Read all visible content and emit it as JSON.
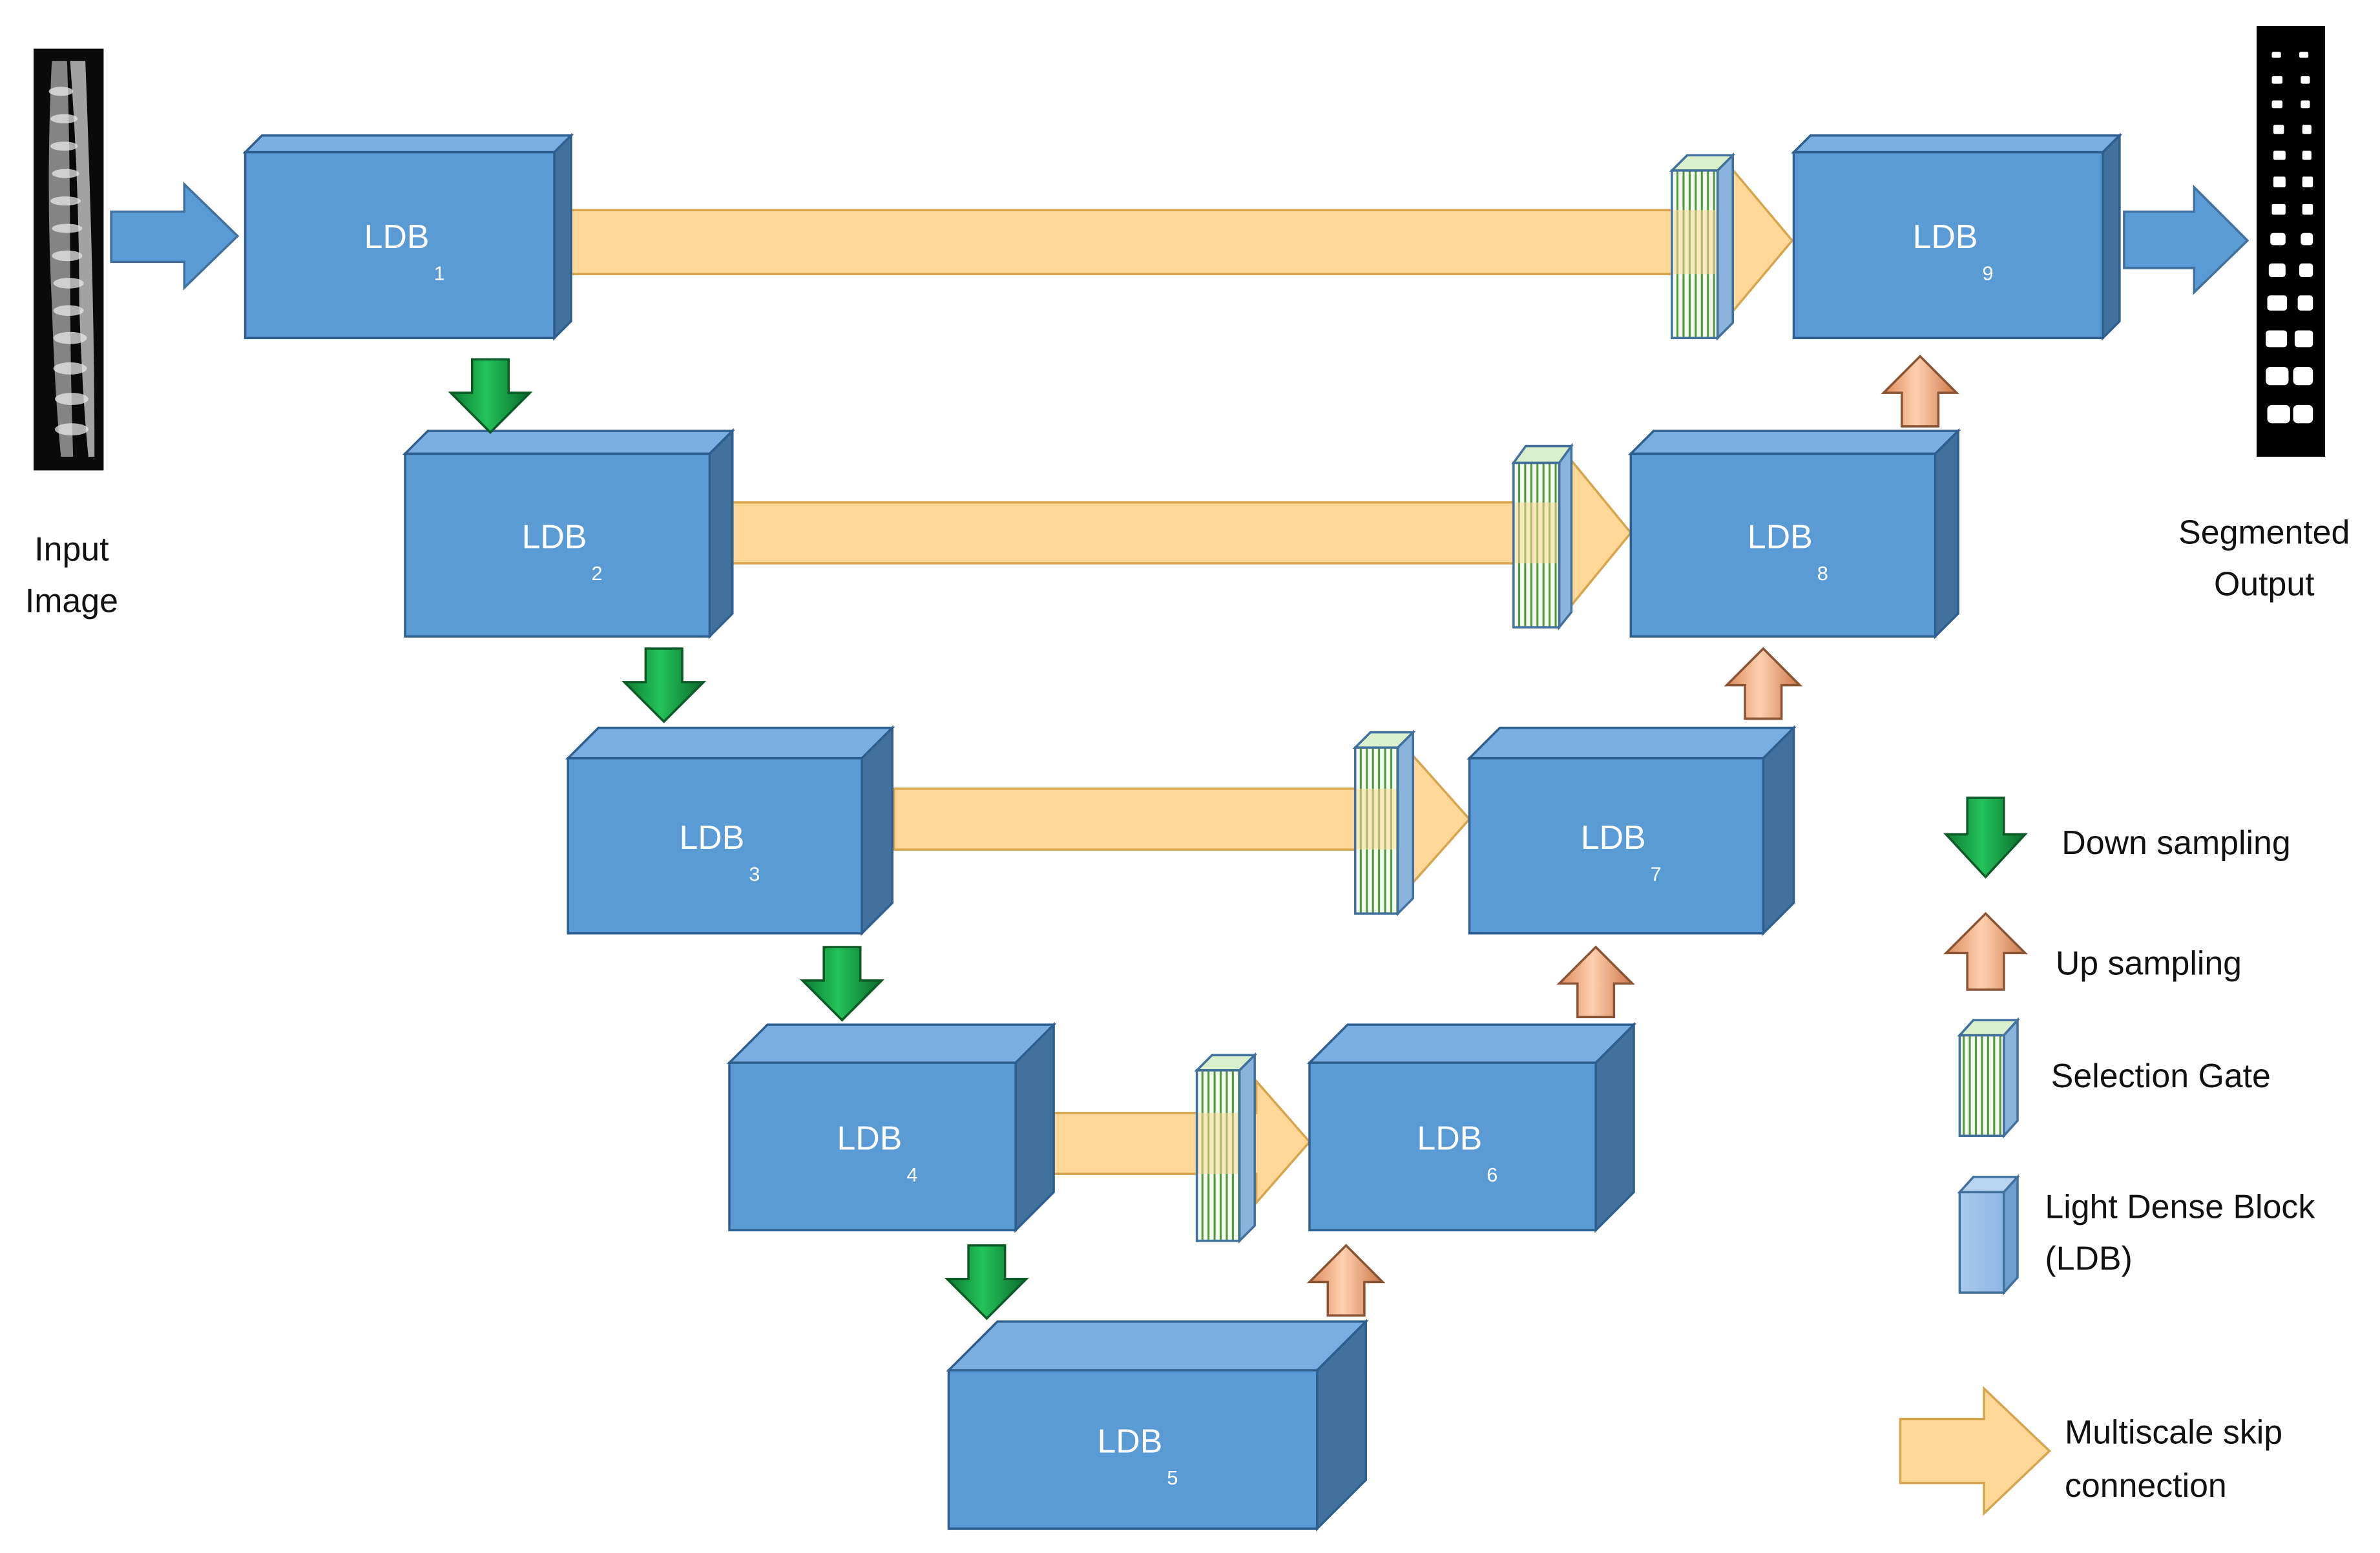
{
  "input": {
    "label_line1": "Input",
    "label_line2": "Image"
  },
  "output": {
    "label_line1": "Segmented",
    "label_line2": "Output"
  },
  "blocks": [
    {
      "id": "ldb-1",
      "name": "LDB",
      "sub": "1"
    },
    {
      "id": "ldb-2",
      "name": "LDB",
      "sub": "2"
    },
    {
      "id": "ldb-3",
      "name": "LDB",
      "sub": "3"
    },
    {
      "id": "ldb-4",
      "name": "LDB",
      "sub": "4"
    },
    {
      "id": "ldb-5",
      "name": "LDB",
      "sub": "5"
    },
    {
      "id": "ldb-6",
      "name": "LDB",
      "sub": "6"
    },
    {
      "id": "ldb-7",
      "name": "LDB",
      "sub": "7"
    },
    {
      "id": "ldb-8",
      "name": "LDB",
      "sub": "8"
    },
    {
      "id": "ldb-9",
      "name": "LDB",
      "sub": "9"
    }
  ],
  "legend": {
    "down_sampling": "Down sampling",
    "up_sampling": "Up sampling",
    "selection_gate": "Selection Gate",
    "ldb_line1": "Light Dense Block",
    "ldb_line2": "(LDB)",
    "skip_line1": "Multiscale skip",
    "skip_line2": "connection"
  },
  "colors": {
    "block_front": "#5b9bd5",
    "block_top": "#7aaee0",
    "block_side": "#41719c",
    "block_outline": "#2f5f8f",
    "skip_fill": "#ffd898",
    "skip_outline": "#d6a54e",
    "down_arrow": "#17a346",
    "up_arrow": "#f3a87b",
    "gate_stripe": "#4e9a3b"
  }
}
